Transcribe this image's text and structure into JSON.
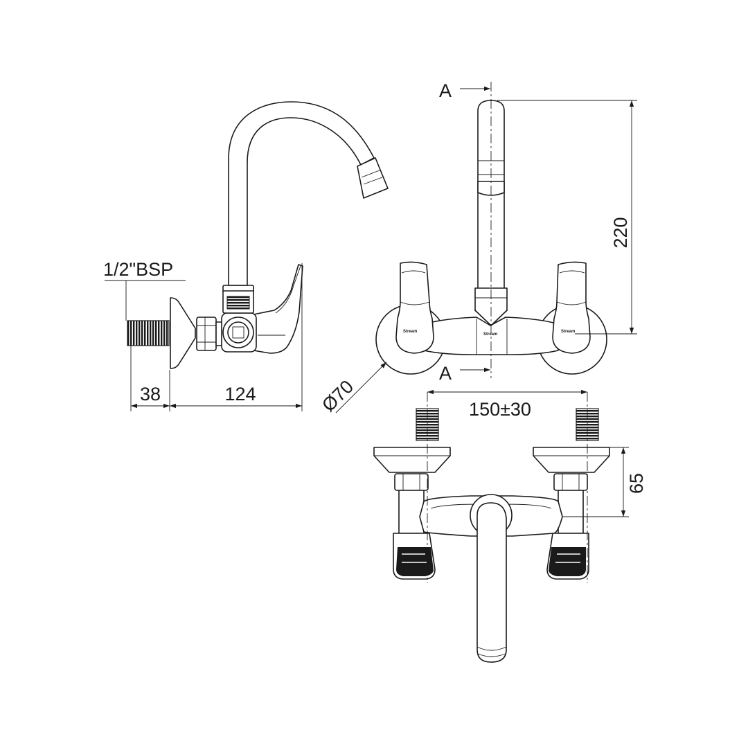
{
  "labels": {
    "bsp": "1/2\"BSP",
    "dim_38": "38",
    "dim_124": "124",
    "dim_220": "220",
    "diameter": "Ø70",
    "dim_150": "150±30",
    "dim_65": "65",
    "section_top": "A",
    "section_bottom": "A"
  }
}
